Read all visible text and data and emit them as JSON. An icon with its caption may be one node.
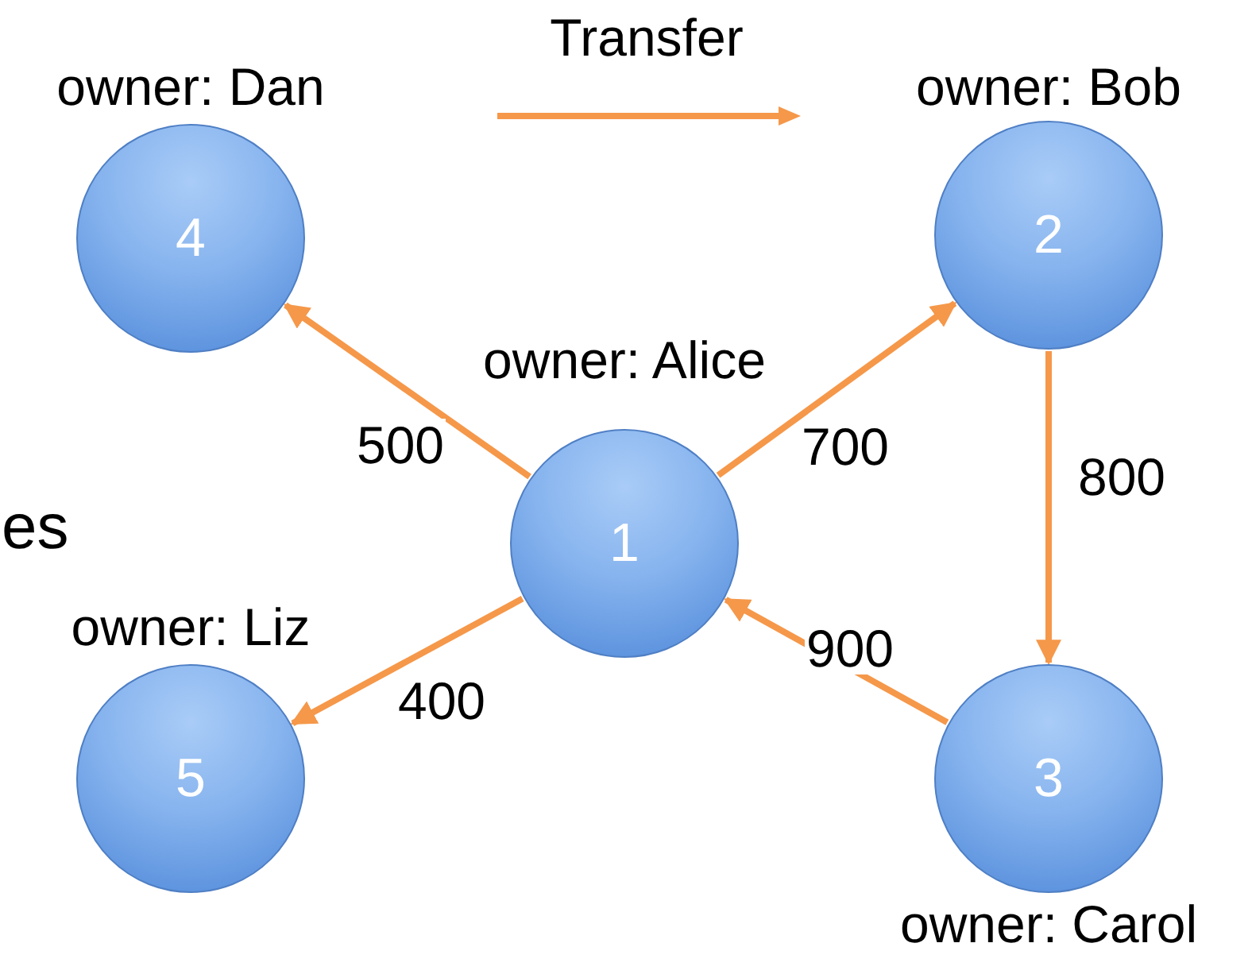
{
  "diagram": {
    "nodes": [
      {
        "text": [
          "owner: Dan",
          "4"
        ]
      },
      {
        "text": [
          "owner: Bob",
          "2"
        ]
      },
      {
        "text": [
          "owner: Alice",
          "1"
        ]
      },
      {
        "text": [
          "owner: Liz",
          "5"
        ]
      },
      {
        "text": [
          "3",
          "owner: Carol"
        ]
      }
    ],
    "edges": [
      {
        "from": 2,
        "to": 0,
        "arrow": "to",
        "label": "500"
      },
      {
        "from": 2,
        "to": 1,
        "arrow": "to",
        "label": "700"
      },
      {
        "from": 1,
        "to": 4,
        "arrow": "to",
        "label": "800"
      },
      {
        "from": 4,
        "to": 2,
        "arrow": "to",
        "label": "900"
      },
      {
        "from": 2,
        "to": 3,
        "arrow": "to",
        "label": "400"
      }
    ],
    "labels": [
      "es"
    ],
    "legend": [
      {
        "text": "Transfer"
      }
    ]
  }
}
